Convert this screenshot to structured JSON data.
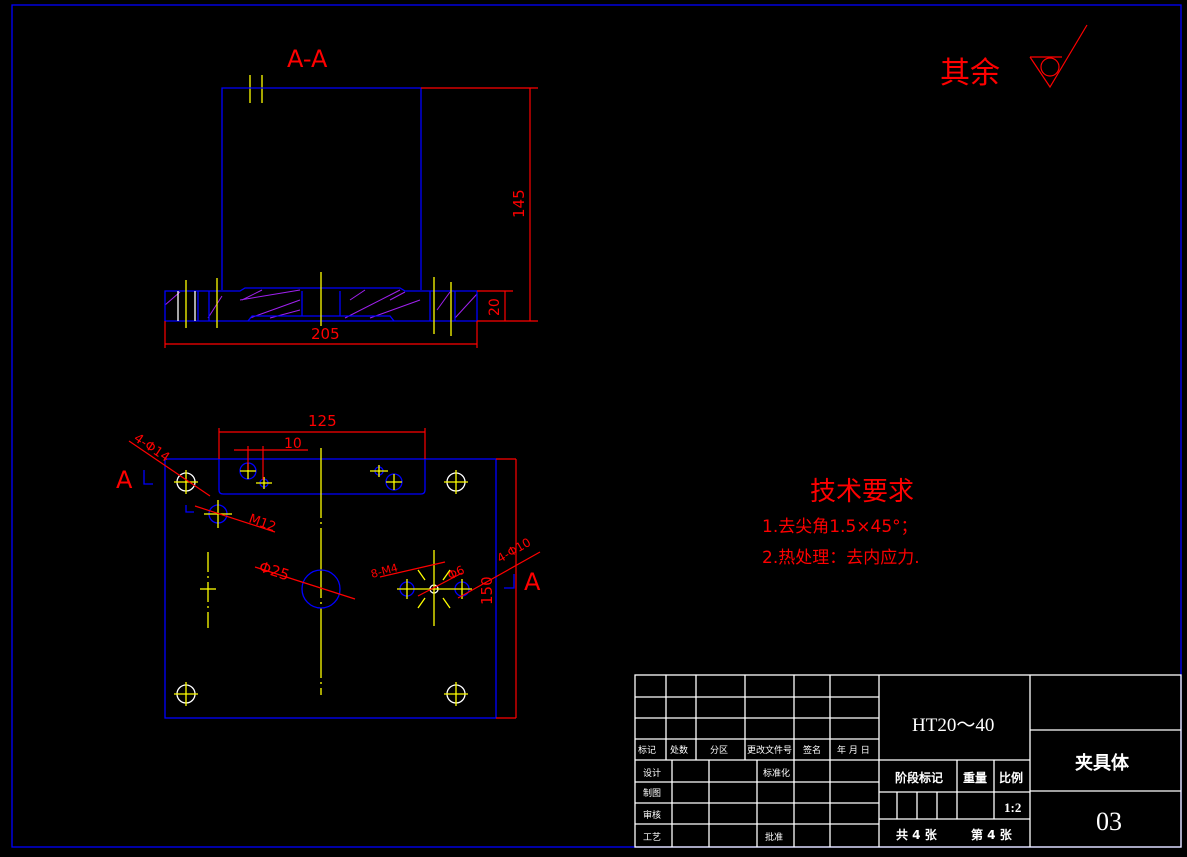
{
  "colors": {
    "outline": "#0000ff",
    "centerline": "#ffff00",
    "dimension": "#ff0000",
    "titleblock": "#ffffff",
    "hatch": "#a020f0"
  },
  "section_view": {
    "label": "A-A",
    "dims": {
      "height": "145",
      "thickness": "20",
      "width": "205"
    }
  },
  "surface_finish": {
    "label": "其余"
  },
  "plan_view": {
    "dims": {
      "length": "125",
      "offset": "10",
      "height": "150"
    },
    "callouts": {
      "holes_14": "4-Φ14",
      "thread_m12": "M12",
      "bore": "Φ25",
      "thread_m4": "8-M4",
      "hole_6": "Φ6",
      "holes_10": "4-Φ10"
    },
    "section_marks": {
      "left": "A",
      "right": "A"
    }
  },
  "tech_requirements": {
    "title": "技术要求",
    "items": [
      "1.去尖角1.5×45°；",
      "2.热处理：去内应力."
    ]
  },
  "title_block": {
    "material": "HT20～40",
    "part_name": "夹具体",
    "drawing_no": "03",
    "header_labels": [
      "标记",
      "处数",
      "分区",
      "更改文件号",
      "签名",
      "年 月 日"
    ],
    "roles": [
      "设计",
      "制图",
      "审核",
      "工艺"
    ],
    "standardization": "标准化",
    "approval": "批准",
    "stage_label": "阶段标记",
    "weight_label": "重量",
    "scale_label": "比例",
    "scale": "1:2",
    "total_sheets": "共 4 张",
    "sheet_no": "第 4 张"
  }
}
